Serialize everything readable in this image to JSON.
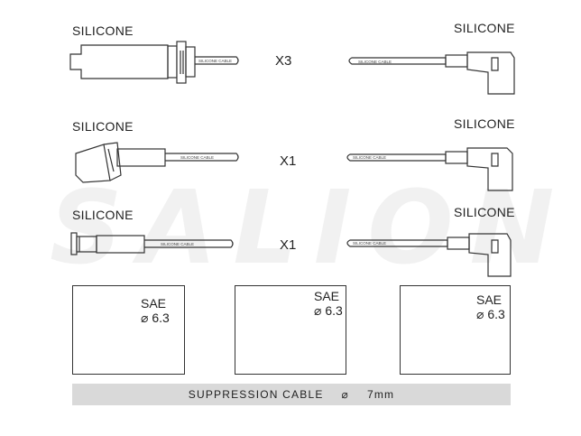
{
  "watermark": "SALION",
  "rows": [
    {
      "left_label": "SILICONE",
      "right_label": "SILICONE",
      "quantity": "X3",
      "cable_text": "SILICONE CABLE"
    },
    {
      "left_label": "SILICONE",
      "right_label": "SILICONE",
      "quantity": "X1",
      "cable_text": "SILICONE CABLE"
    },
    {
      "left_label": "SILICONE",
      "right_label": "SILICONE",
      "quantity": "X1",
      "cable_text": "SILICONE CABLE"
    }
  ],
  "boxes": [
    {
      "line1": "SAE",
      "line2": "⌀ 6.3"
    },
    {
      "line1": "SAE",
      "line2": "⌀ 6.3"
    },
    {
      "line1": "SAE",
      "line2": "⌀ 6.3"
    }
  ],
  "footer": {
    "text": "SUPPRESSION CABLE",
    "symbol": "⌀",
    "value": "7mm"
  }
}
